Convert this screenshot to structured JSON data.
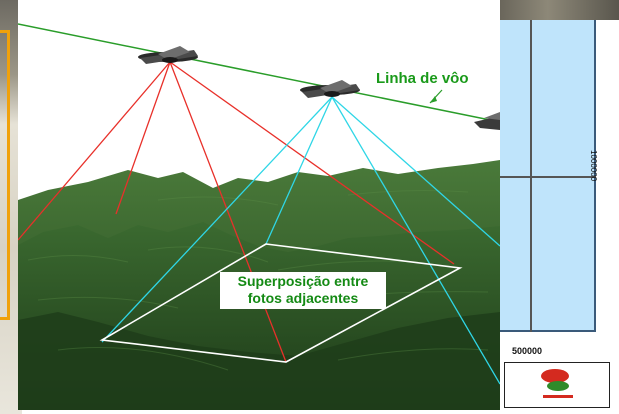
{
  "diagram": {
    "flight_line_label": "Linha de vôo",
    "overlap_label_line1": "Superposição entre",
    "overlap_label_line2": "fotos adjacentes"
  },
  "background": {
    "right_tick_label": "500000",
    "right_side_label": "1000000"
  },
  "colors": {
    "flight_line": "#2a9d2a",
    "photo1_rays": "#e8302a",
    "photo2_rays": "#2fd6e6",
    "overlap_outline": "#ffffff",
    "terrain": "#2f5526",
    "sky": "#ffffff",
    "label_text": "#148a14"
  }
}
